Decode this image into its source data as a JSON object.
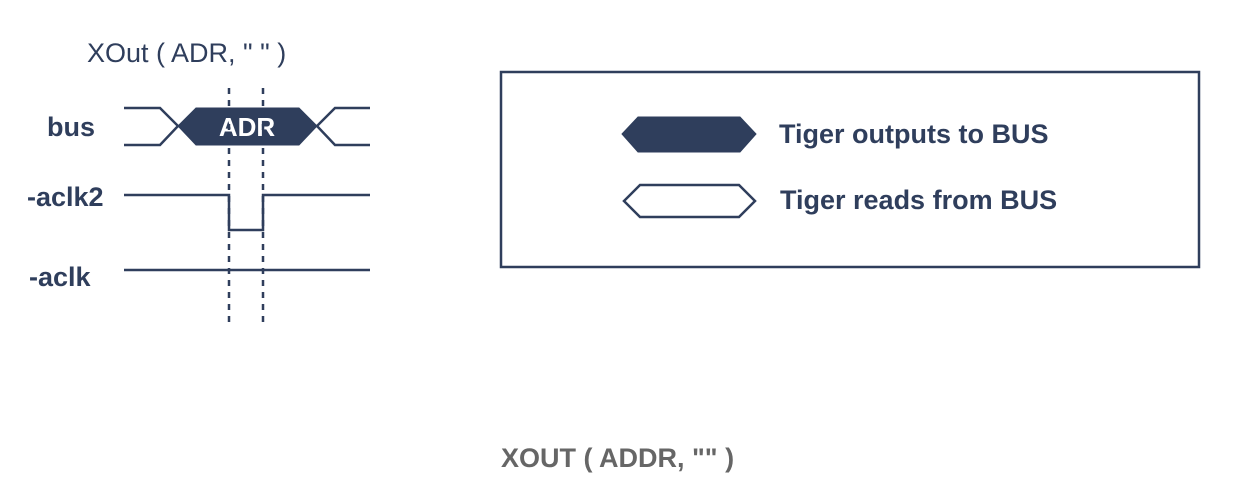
{
  "timing_diagram": {
    "title": "XOut ( ADR, \" \" )",
    "signals": {
      "bus": {
        "label": "bus",
        "value": "ADR"
      },
      "aclk2": {
        "label": "-aclk2"
      },
      "aclk": {
        "label": "-aclk"
      }
    }
  },
  "legend": {
    "outputs": {
      "label": "Tiger outputs to BUS"
    },
    "reads": {
      "label": "Tiger reads from BUS"
    }
  },
  "caption": "XOUT ( ADDR, \"\" )",
  "colors": {
    "ink": "#2f3e5c",
    "caption": "#666666",
    "background": "#ffffff"
  }
}
